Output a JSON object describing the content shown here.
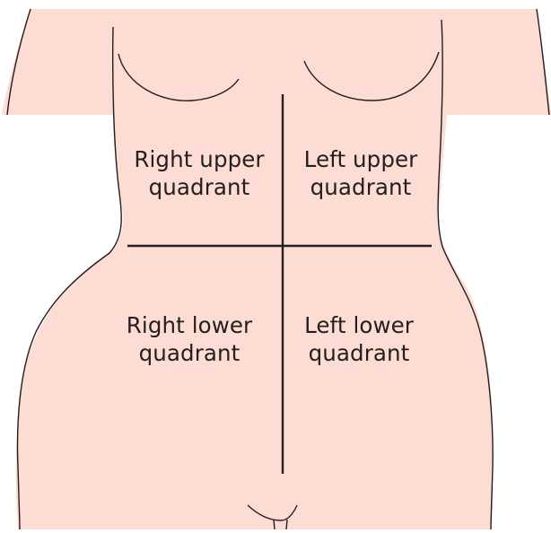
{
  "colors": {
    "skin": "#fddcd3",
    "outline": "#231f20",
    "divider": "#231f20",
    "background": "#ffffff"
  },
  "quadrants": {
    "right_upper": {
      "line1": "Right upper",
      "line2": "quadrant"
    },
    "left_upper": {
      "line1": "Left upper",
      "line2": "quadrant"
    },
    "right_lower": {
      "line1": "Right lower",
      "line2": "quadrant"
    },
    "left_lower": {
      "line1": "Left lower",
      "line2": "quadrant"
    }
  }
}
